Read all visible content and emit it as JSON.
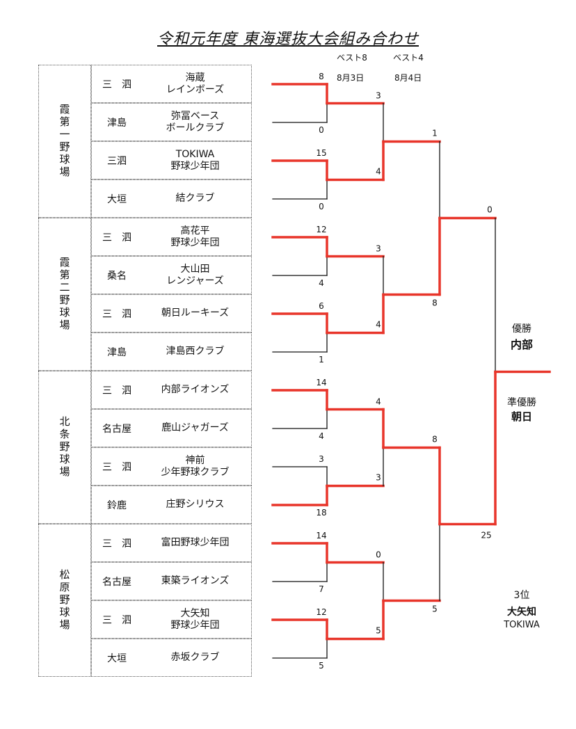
{
  "title": "令和元年度 東海選抜大会組み合わせ",
  "headers": [
    {
      "round": "ベスト8",
      "date": "8月3日"
    },
    {
      "round": "ベスト4",
      "date": "8月4日"
    }
  ],
  "venues": [
    "霞第一野球場",
    "霞第二野球場",
    "北条野球場",
    "松原野球場"
  ],
  "teams": [
    {
      "region": "三　泗",
      "name": "海蔵\nレインボーズ"
    },
    {
      "region": "津島",
      "name": "弥冨ベース\nボールクラブ"
    },
    {
      "region": "三泗",
      "name": "TOKIWA\n野球少年団"
    },
    {
      "region": "大垣",
      "name": "結クラブ"
    },
    {
      "region": "三　泗",
      "name": "高花平\n野球少年団"
    },
    {
      "region": "桑名",
      "name": "大山田\nレンジャーズ"
    },
    {
      "region": "三　泗",
      "name": "朝日ルーキーズ"
    },
    {
      "region": "津島",
      "name": "津島西クラブ"
    },
    {
      "region": "三　泗",
      "name": "内部ライオンズ"
    },
    {
      "region": "名古屋",
      "name": "鹿山ジャガーズ"
    },
    {
      "region": "三　泗",
      "name": "神前\n少年野球クラブ"
    },
    {
      "region": "鈴鹿",
      "name": "庄野シリウス"
    },
    {
      "region": "三　泗",
      "name": "富田野球少年団"
    },
    {
      "region": "名古屋",
      "name": "東築ライオンズ"
    },
    {
      "region": "三　泗",
      "name": "大矢知\n野球少年団"
    },
    {
      "region": "大垣",
      "name": "赤坂クラブ"
    }
  ],
  "r1_scores": [
    {
      "top": "8",
      "bottom": "0"
    },
    {
      "top": "15",
      "bottom": "0"
    },
    {
      "top": "12",
      "bottom": "4"
    },
    {
      "top": "6",
      "bottom": "1"
    },
    {
      "top": "14",
      "bottom": "4"
    },
    {
      "top": "3",
      "bottom": "18"
    },
    {
      "top": "14",
      "bottom": "7"
    },
    {
      "top": "12",
      "bottom": "5"
    }
  ],
  "r2_scores": [
    {
      "top": "3",
      "bottom": "4"
    },
    {
      "top": "3",
      "bottom": "4"
    },
    {
      "top": "4",
      "bottom": "3"
    },
    {
      "top": "0",
      "bottom": "5"
    }
  ],
  "r3_scores": [
    {
      "top": "1",
      "bottom": "8"
    },
    {
      "top": "8",
      "bottom": "5"
    }
  ],
  "final_scores": {
    "top": "0",
    "bottom": "25"
  },
  "results": {
    "champion_label": "優勝",
    "champion": "内部",
    "runner_up_label": "準優勝",
    "runner_up": "朝日",
    "third_label": "3位",
    "third_1": "大矢知",
    "third_2": "TOKIWA"
  },
  "colors": {
    "winner_line": "#e8352a",
    "loser_line": "#111111"
  },
  "winners": {
    "r1": [
      "top",
      "top",
      "top",
      "top",
      "top",
      "bottom",
      "top",
      "top"
    ],
    "r2": [
      "bottom",
      "bottom",
      "top",
      "bottom"
    ],
    "r3": [
      "bottom",
      "top"
    ],
    "final": "bottom"
  }
}
